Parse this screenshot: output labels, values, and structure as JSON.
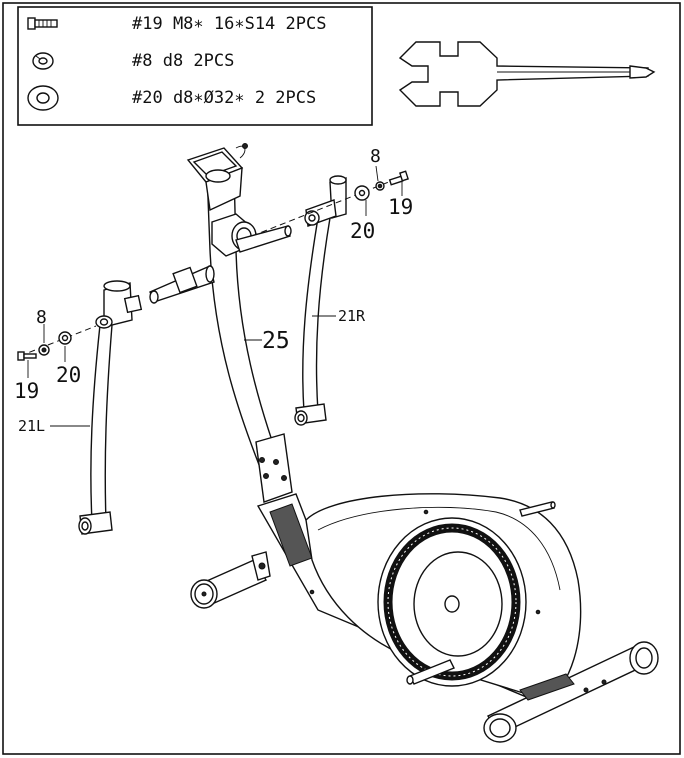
{
  "parts_list": [
    {
      "icon": "bolt-icon",
      "label": "#19 M8∗ 16∗S14 2PCS"
    },
    {
      "icon": "spring-washer-icon",
      "label": "#8 d8 2PCS"
    },
    {
      "icon": "flat-washer-icon",
      "label": "#20 d8∗Ø32∗ 2 2PCS"
    }
  ],
  "callouts": {
    "washer_8_right": "8",
    "bolt_19_right": "19",
    "washer_20_right": "20",
    "handlebar_21r": "21R",
    "upright_post_25": "25",
    "washer_8_left": "8",
    "washer_20_left": "20",
    "bolt_19_left": "19",
    "handlebar_21l": "21L"
  },
  "tool": "allen-wrench-screwdriver-icon"
}
